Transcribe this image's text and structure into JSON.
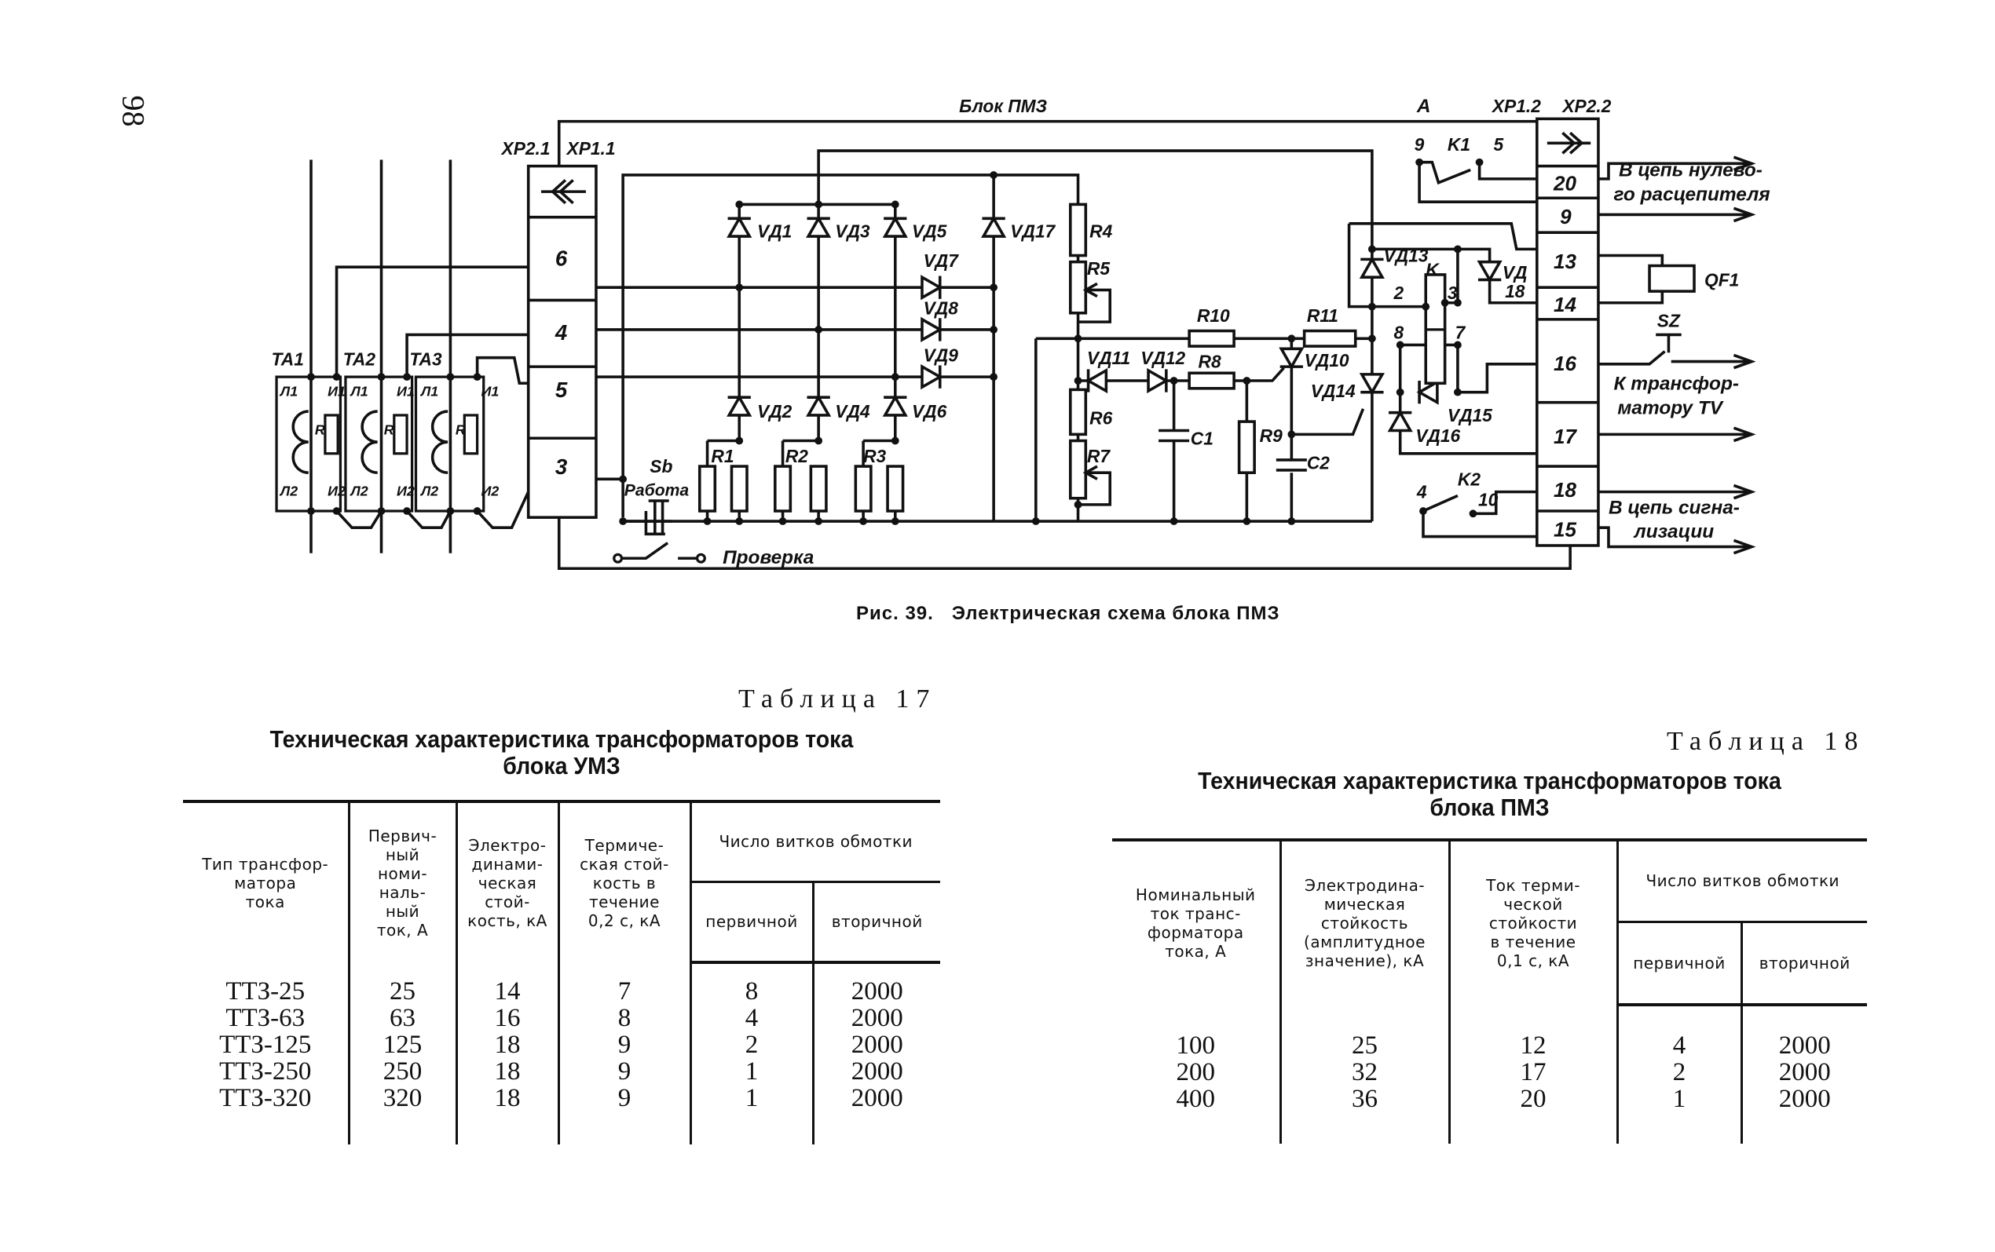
{
  "page_number": "98",
  "figure": {
    "caption": "Рис. 39.   Электрическая схема блока ПМЗ",
    "labels": {
      "block_title": "Блок ПМЗ",
      "a": "A",
      "xp12": "XP1.2",
      "xp22": "XP2.2",
      "xp21": "XP2.1",
      "xp11": "XP1.1",
      "ta1": "TA1",
      "ta2": "TA2",
      "ta3": "TA3",
      "l1": "Л1",
      "i1": "И1",
      "l2": "Л2",
      "i2": "И2",
      "r": "R",
      "vd1": "VД1",
      "vd2": "VД2",
      "vd3": "VД3",
      "vd4": "VД4",
      "vd5": "VД5",
      "vd6": "VД6",
      "vd7": "VД7",
      "vd8": "VД8",
      "vd9": "VД9",
      "vd10": "VД10",
      "vd11": "VД11",
      "vd12": "VД12",
      "vd13": "VД13",
      "vd14": "VД14",
      "vd15": "VД15",
      "vd16": "VД16",
      "vd17": "VД17",
      "vd18a": "VД",
      "vd18b": "18",
      "r1": "R1",
      "r2": "R2",
      "r3": "R3",
      "r4": "R4",
      "r5": "R5",
      "r6": "R6",
      "r7": "R7",
      "r8": "R8",
      "r9": "R9",
      "r10": "R10",
      "r11": "R11",
      "c1": "C1",
      "c2": "C2",
      "k": "K",
      "k1": "K1",
      "k2": "K2",
      "pin9": "9",
      "pin5": "5",
      "pin2": "2",
      "pin3": "3",
      "pin8": "8",
      "pin7": "7",
      "pin4": "4",
      "pin10": "10",
      "sb": "Sb",
      "rabota": "Работа",
      "proverka": "Проверка",
      "qf1": "QF1",
      "sz": "SZ",
      "out_zero_1": "В цепь нулево-",
      "out_zero_2": "го расцепителя",
      "out_tv_1": "К трансфор-",
      "out_tv_2": "матору TV",
      "out_sig_1": "В цепь сигна-",
      "out_sig_2": "лизации"
    },
    "left_connector": [
      "6",
      "4",
      "5",
      "3"
    ],
    "right_connector": [
      "20",
      "9",
      "13",
      "14",
      "16",
      "17",
      "18",
      "15"
    ]
  },
  "table17": {
    "number": "Таблица 17",
    "title_1": "Техническая характеристика трансформаторов тока",
    "title_2": "блока УМЗ",
    "headers": {
      "type": "Тип трансфор-\nматора\nтока",
      "primary_current": "Первич-\nный\nноми-\nналь-\nный\nток, А",
      "electrodynamic": "Электро-\nдинами-\nческая\nстой-\nкость, кА",
      "thermal": "Термиче-\nская стой-\nкость в\nтечение\n0,2 с, кА",
      "turns": "Число витков обмотки",
      "primary": "первичной",
      "secondary": "вторичной"
    },
    "rows": [
      [
        "ТТЗ-25",
        "25",
        "14",
        "7",
        "8",
        "2000"
      ],
      [
        "ТТЗ-63",
        "63",
        "16",
        "8",
        "4",
        "2000"
      ],
      [
        "ТТЗ-125",
        "125",
        "18",
        "9",
        "2",
        "2000"
      ],
      [
        "ТТЗ-250",
        "250",
        "18",
        "9",
        "1",
        "2000"
      ],
      [
        "ТТЗ-320",
        "320",
        "18",
        "9",
        "1",
        "2000"
      ]
    ]
  },
  "table18": {
    "number": "Таблица 18",
    "title_1": "Техническая характеристика трансформаторов тока",
    "title_2": "блока ПМЗ",
    "headers": {
      "nominal": "Номинальный\nток транс-\nформатора\nтока, А",
      "electrodynamic": "Электродина-\nмическая\nстойкость\n(амплитудное\nзначение), кА",
      "thermal": "Ток терми-\nческой\nстойкости\nв течение\n0,1 с, кА",
      "turns": "Число витков обмотки",
      "primary": "первичной",
      "secondary": "вторичной"
    },
    "rows": [
      [
        "100",
        "25",
        "12",
        "4",
        "2000"
      ],
      [
        "200",
        "32",
        "17",
        "2",
        "2000"
      ],
      [
        "400",
        "36",
        "20",
        "1",
        "2000"
      ]
    ]
  }
}
